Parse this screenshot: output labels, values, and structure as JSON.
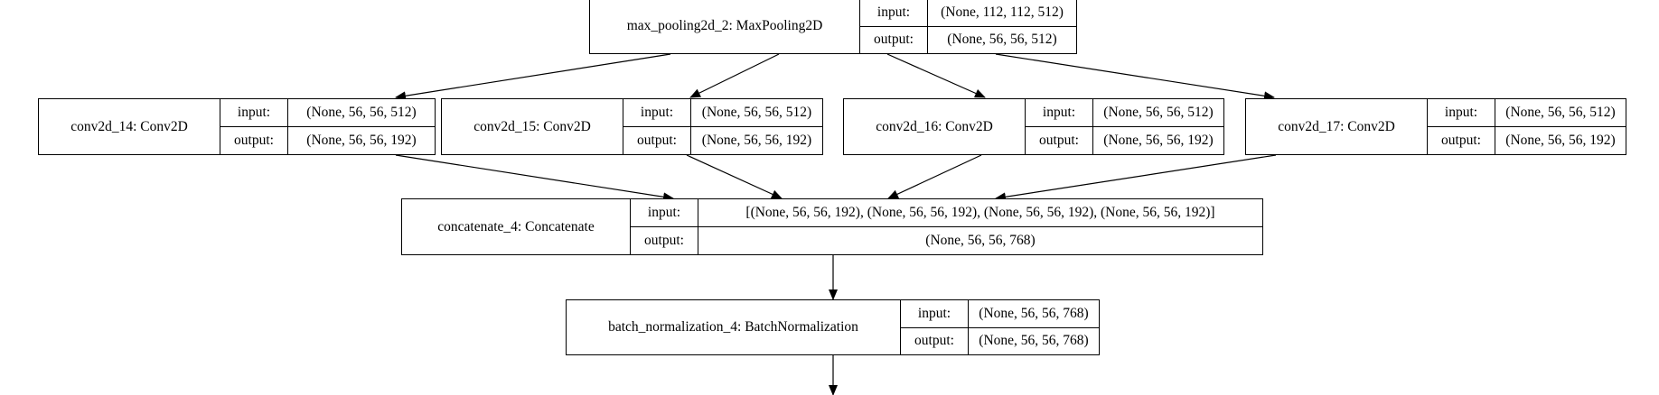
{
  "nodes": [
    {
      "id": "max_pool",
      "name": "max_pooling2d_2: MaxPooling2D",
      "input_label": "input:",
      "output_label": "output:",
      "input": "(None, 112, 112, 512)",
      "output": "(None, 56, 56, 512)"
    },
    {
      "id": "conv14",
      "name": "conv2d_14: Conv2D",
      "input_label": "input:",
      "output_label": "output:",
      "input": "(None, 56, 56, 512)",
      "output": "(None, 56, 56, 192)"
    },
    {
      "id": "conv15",
      "name": "conv2d_15: Conv2D",
      "input_label": "input:",
      "output_label": "output:",
      "input": "(None, 56, 56, 512)",
      "output": "(None, 56, 56, 192)"
    },
    {
      "id": "conv16",
      "name": "conv2d_16: Conv2D",
      "input_label": "input:",
      "output_label": "output:",
      "input": "(None, 56, 56, 512)",
      "output": "(None, 56, 56, 192)"
    },
    {
      "id": "conv17",
      "name": "conv2d_17: Conv2D",
      "input_label": "input:",
      "output_label": "output:",
      "input": "(None, 56, 56, 512)",
      "output": "(None, 56, 56, 192)"
    },
    {
      "id": "concat",
      "name": "concatenate_4: Concatenate",
      "input_label": "input:",
      "output_label": "output:",
      "input": "[(None, 56, 56, 192), (None, 56, 56, 192), (None, 56, 56, 192), (None, 56, 56, 192)]",
      "output": "(None, 56, 56, 768)"
    },
    {
      "id": "bn",
      "name": "batch_normalization_4: BatchNormalization",
      "input_label": "input:",
      "output_label": "output:",
      "input": "(None, 56, 56, 768)",
      "output": "(None, 56, 56, 768)"
    }
  ],
  "edges": [
    {
      "from": "max_pool",
      "to": "conv14"
    },
    {
      "from": "max_pool",
      "to": "conv15"
    },
    {
      "from": "max_pool",
      "to": "conv16"
    },
    {
      "from": "max_pool",
      "to": "conv17"
    },
    {
      "from": "conv14",
      "to": "concat"
    },
    {
      "from": "conv15",
      "to": "concat"
    },
    {
      "from": "conv16",
      "to": "concat"
    },
    {
      "from": "conv17",
      "to": "concat"
    },
    {
      "from": "concat",
      "to": "bn"
    },
    {
      "from": "bn",
      "to": "next"
    }
  ]
}
